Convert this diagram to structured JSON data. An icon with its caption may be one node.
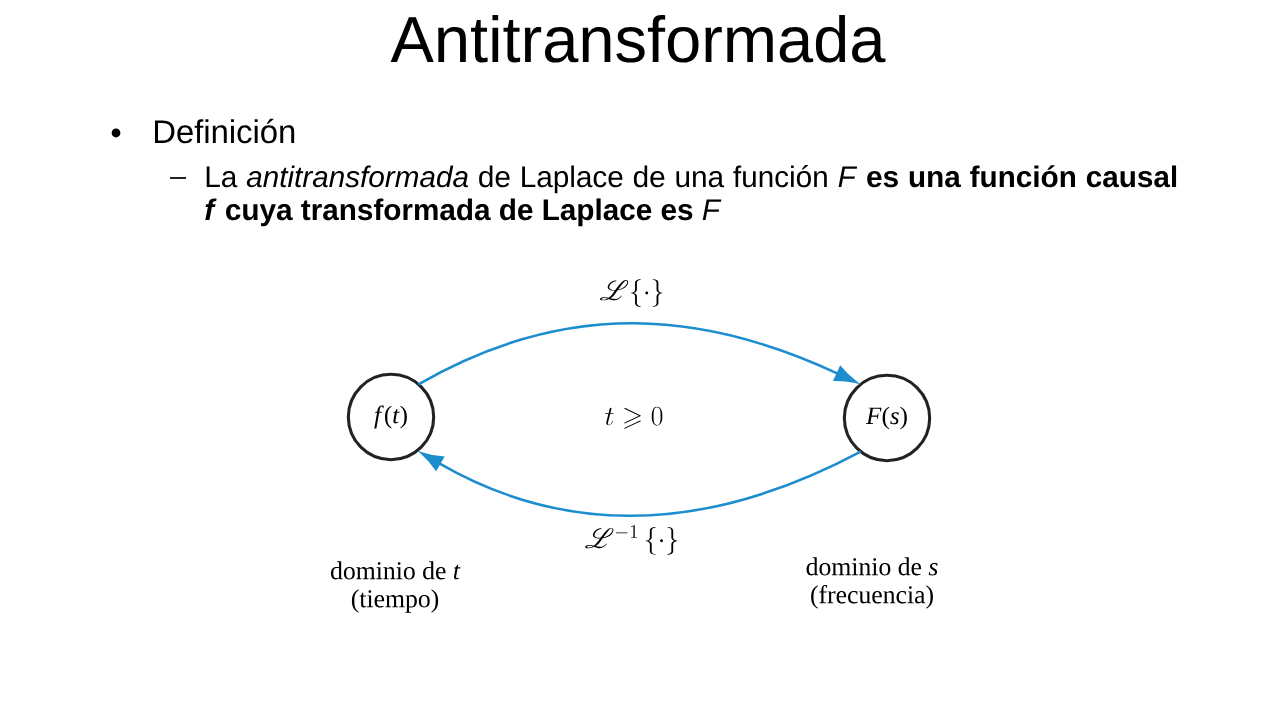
{
  "diagram": {
    "title": "Antitransformada",
    "nodes": [
      {
        "text": [
          "*f*(*t*)"
        ]
      },
      {
        "text": [
          "*F*(*s*)"
        ]
      }
    ],
    "edges": [
      {
        "from": 0,
        "to": 1,
        "arrow": "to",
        "label": "\\mathscr{L}\\{\\cdot\\}"
      },
      {
        "from": 1,
        "to": 0,
        "arrow": "to",
        "label": "\\mathscr{L}^{-1}\\,\\{\\cdot\\}"
      }
    ],
    "labels": [
      "Definición",
      "La *antitransformada* de Laplace de una función *F* **es una función causal *f* cuya transformada de Laplace es** *F*",
      "t \\geqslant 0",
      "dominio de *t* (tiempo)",
      "dominio de *s* (frecuencia)"
    ]
  }
}
